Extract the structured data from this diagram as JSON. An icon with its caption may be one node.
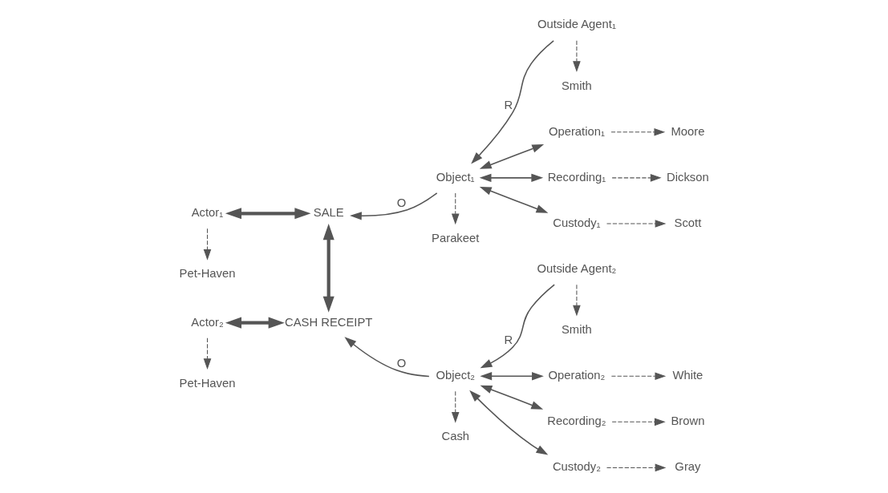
{
  "diagram": {
    "nodes": [
      {
        "text": [
          "Actor₁"
        ]
      },
      {
        "text": [
          "SALE"
        ]
      },
      {
        "text": [
          "Object₁"
        ]
      },
      {
        "text": [
          "Outside Agent₁"
        ]
      },
      {
        "text": [
          "Operation₁"
        ]
      },
      {
        "text": [
          "Recording₁"
        ]
      },
      {
        "text": [
          "Custody₁"
        ]
      },
      {
        "text": [
          "Smith"
        ]
      },
      {
        "text": [
          "Moore"
        ]
      },
      {
        "text": [
          "Dickson"
        ]
      },
      {
        "text": [
          "Scott"
        ]
      },
      {
        "text": [
          "Pet-Haven"
        ]
      },
      {
        "text": [
          "Parakeet"
        ]
      },
      {
        "text": [
          "Actor₂"
        ]
      },
      {
        "text": [
          "CASH RECEIPT"
        ]
      },
      {
        "text": [
          "Object₂"
        ]
      },
      {
        "text": [
          "Outside Agent₂"
        ]
      },
      {
        "text": [
          "Operation₂"
        ]
      },
      {
        "text": [
          "Recording₂"
        ]
      },
      {
        "text": [
          "Custody₂"
        ]
      },
      {
        "text": [
          "Smith"
        ]
      },
      {
        "text": [
          "White"
        ]
      },
      {
        "text": [
          "Brown"
        ]
      },
      {
        "text": [
          "Gray"
        ]
      },
      {
        "text": [
          "Pet-Haven"
        ]
      },
      {
        "text": [
          "Cash"
        ]
      }
    ],
    "edges": [
      {
        "from": 0,
        "to": 1,
        "arrow": "both",
        "style": "thick"
      },
      {
        "from": 2,
        "to": 1,
        "arrow": "to",
        "label": "O"
      },
      {
        "from": 3,
        "to": 2,
        "arrow": "to",
        "label": "R"
      },
      {
        "from": 2,
        "to": 4,
        "arrow": "both"
      },
      {
        "from": 2,
        "to": 5,
        "arrow": "both"
      },
      {
        "from": 2,
        "to": 6,
        "arrow": "both"
      },
      {
        "from": 3,
        "to": 7,
        "arrow": "to",
        "style": "dashed"
      },
      {
        "from": 4,
        "to": 8,
        "arrow": "to",
        "style": "dashed"
      },
      {
        "from": 5,
        "to": 9,
        "arrow": "to",
        "style": "dashed"
      },
      {
        "from": 6,
        "to": 10,
        "arrow": "to",
        "style": "dashed"
      },
      {
        "from": 0,
        "to": 11,
        "arrow": "to",
        "style": "dashed"
      },
      {
        "from": 2,
        "to": 12,
        "arrow": "to",
        "style": "dashed"
      },
      {
        "from": 1,
        "to": 14,
        "arrow": "both",
        "style": "thick"
      },
      {
        "from": 13,
        "to": 14,
        "arrow": "both",
        "style": "thick"
      },
      {
        "from": 15,
        "to": 14,
        "arrow": "to",
        "label": "O"
      },
      {
        "from": 16,
        "to": 15,
        "arrow": "to",
        "label": "R"
      },
      {
        "from": 15,
        "to": 17,
        "arrow": "both"
      },
      {
        "from": 15,
        "to": 18,
        "arrow": "both"
      },
      {
        "from": 15,
        "to": 19,
        "arrow": "both"
      },
      {
        "from": 16,
        "to": 20,
        "arrow": "to",
        "style": "dashed"
      },
      {
        "from": 17,
        "to": 21,
        "arrow": "to",
        "style": "dashed"
      },
      {
        "from": 18,
        "to": 22,
        "arrow": "to",
        "style": "dashed"
      },
      {
        "from": 19,
        "to": 23,
        "arrow": "to",
        "style": "dashed"
      },
      {
        "from": 13,
        "to": 24,
        "arrow": "to",
        "style": "dashed"
      },
      {
        "from": 15,
        "to": 25,
        "arrow": "to",
        "style": "dashed"
      }
    ]
  }
}
